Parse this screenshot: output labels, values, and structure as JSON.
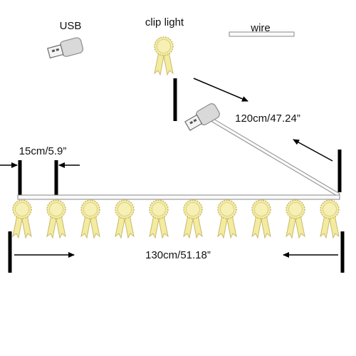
{
  "legend": {
    "usb_label": "USB",
    "clip_label": "clip light",
    "wire_label": "wire"
  },
  "dimensions": {
    "lead_wire": "120cm/47.24”",
    "clip_spacing": "15cm/5.9”",
    "total_length": "130cm/51.18”"
  },
  "clip_count": 10,
  "colors": {
    "clip_fill": "#f3eba0",
    "clip_stroke": "#c9b96a",
    "plug_fill": "#d9d9d9",
    "wire_fill": "#fafafa",
    "line": "#000000"
  },
  "icons": [
    "usb-plug-icon",
    "clip-light-icon",
    "wire-icon"
  ]
}
